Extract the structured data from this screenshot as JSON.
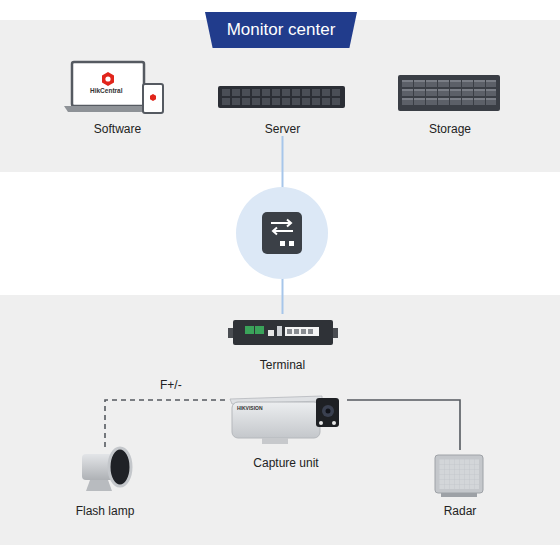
{
  "diagram": {
    "nodes": [
      {
        "text": [
          "Monitor center"
        ]
      },
      {
        "text": [
          "Software"
        ],
        "in": 0
      },
      {
        "text": [
          "Server"
        ],
        "in": 0
      },
      {
        "text": [
          "Storage"
        ],
        "in": 0
      },
      {
        "text": [
          "Terminal"
        ]
      },
      {
        "text": [
          "Capture unit"
        ]
      },
      {
        "text": [
          "Flash lamp"
        ]
      },
      {
        "text": [
          "Radar"
        ]
      }
    ],
    "edges": [
      {
        "from": 2,
        "to": 4,
        "arrow": "none"
      },
      {
        "from": 5,
        "to": 6,
        "label": "F+/-",
        "arrow": "none"
      },
      {
        "from": 5,
        "to": 7,
        "arrow": "none"
      }
    ],
    "labels": [
      "HikCentral",
      "HIKVISION"
    ]
  }
}
